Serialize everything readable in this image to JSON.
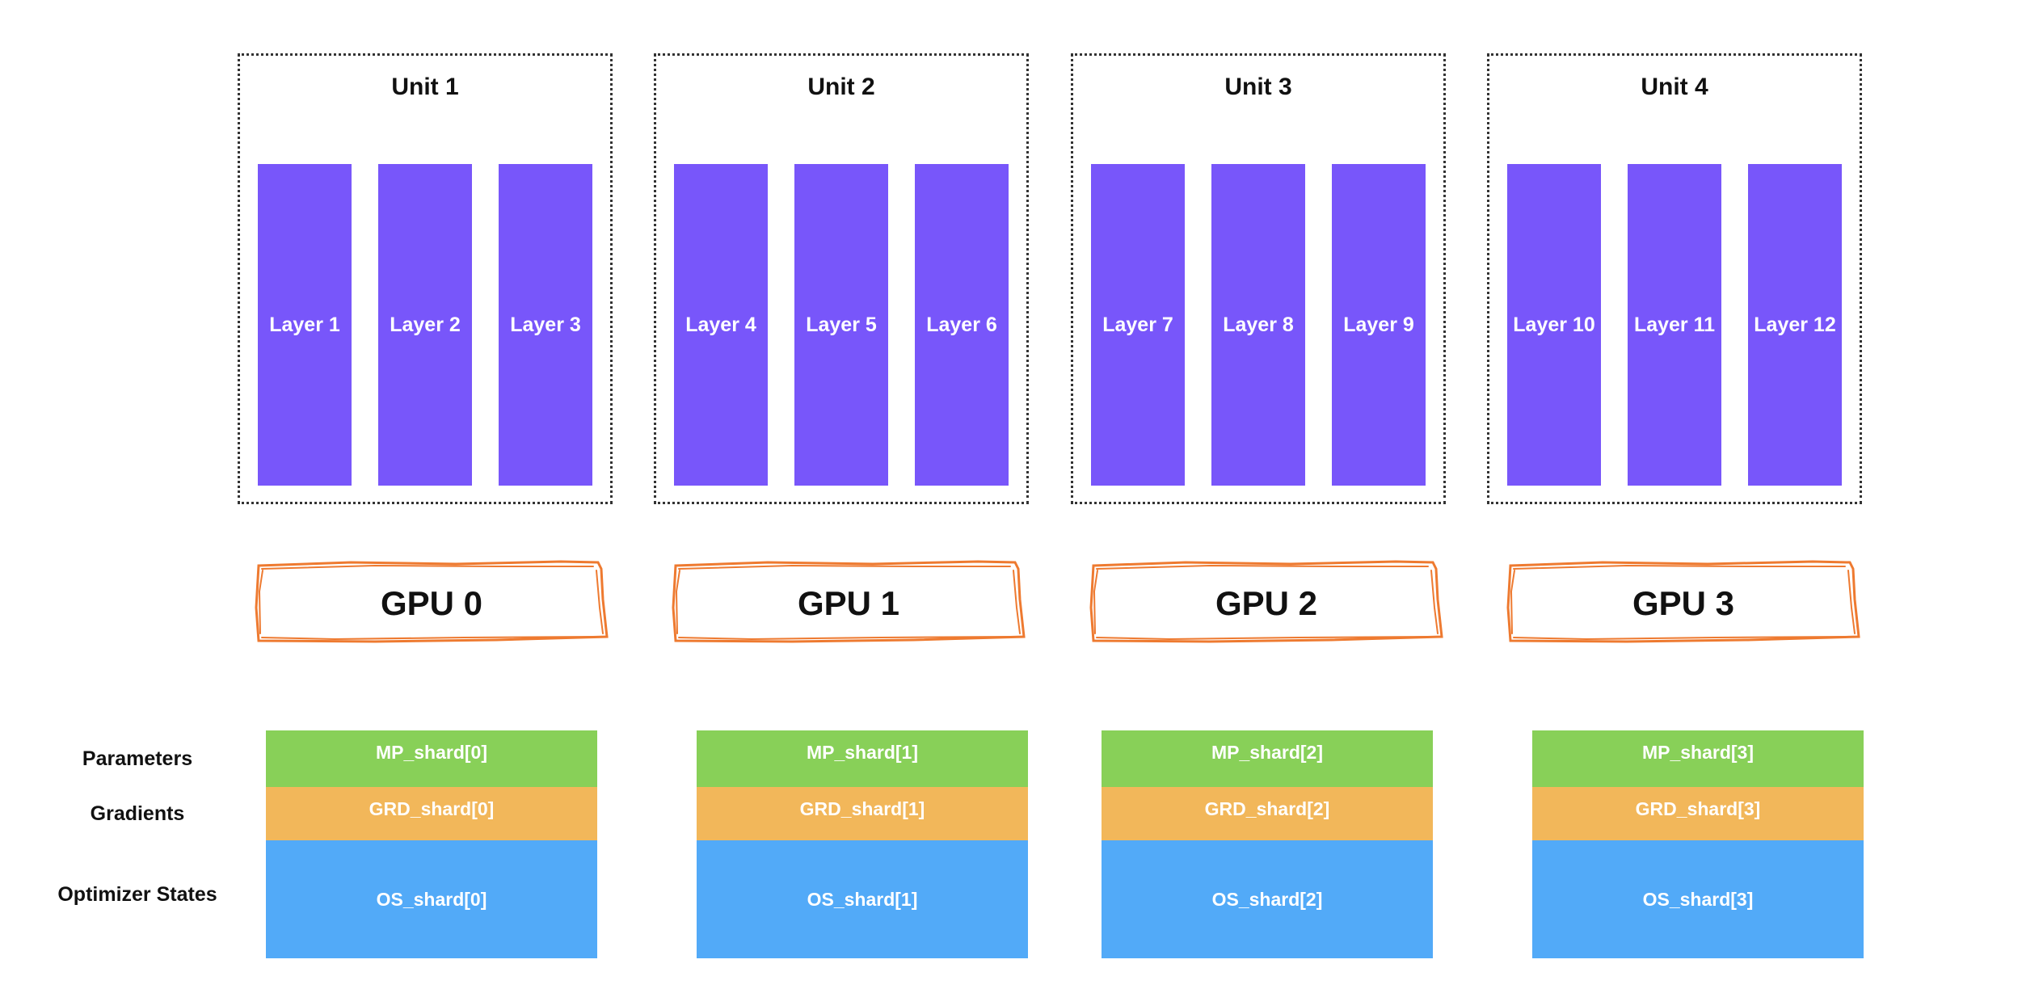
{
  "units": [
    {
      "title": "Unit 1",
      "layers": [
        "Layer 1",
        "Layer 2",
        "Layer 3"
      ]
    },
    {
      "title": "Unit 2",
      "layers": [
        "Layer 4",
        "Layer 5",
        "Layer 6"
      ]
    },
    {
      "title": "Unit 3",
      "layers": [
        "Layer 7",
        "Layer 8",
        "Layer 9"
      ]
    },
    {
      "title": "Unit 4",
      "layers": [
        "Layer 10",
        "Layer 11",
        "Layer 12"
      ]
    }
  ],
  "gpus": [
    "GPU 0",
    "GPU 1",
    "GPU 2",
    "GPU 3"
  ],
  "row_labels": {
    "parameters": "Parameters",
    "gradients": "Gradients",
    "optimizer_states": "Optimizer States"
  },
  "shards": [
    {
      "mp": "MP_shard[0]",
      "grd": "GRD_shard[0]",
      "os": "OS_shard[0]"
    },
    {
      "mp": "MP_shard[1]",
      "grd": "GRD_shard[1]",
      "os": "OS_shard[1]"
    },
    {
      "mp": "MP_shard[2]",
      "grd": "GRD_shard[2]",
      "os": "OS_shard[2]"
    },
    {
      "mp": "MP_shard[3]",
      "grd": "GRD_shard[3]",
      "os": "OS_shard[3]"
    }
  ],
  "colors": {
    "layer": "#7856fa",
    "gpu_outline": "#ee7a30",
    "parameters": "#88d058",
    "gradients": "#f2b75a",
    "optimizer_states": "#52aaf8"
  }
}
